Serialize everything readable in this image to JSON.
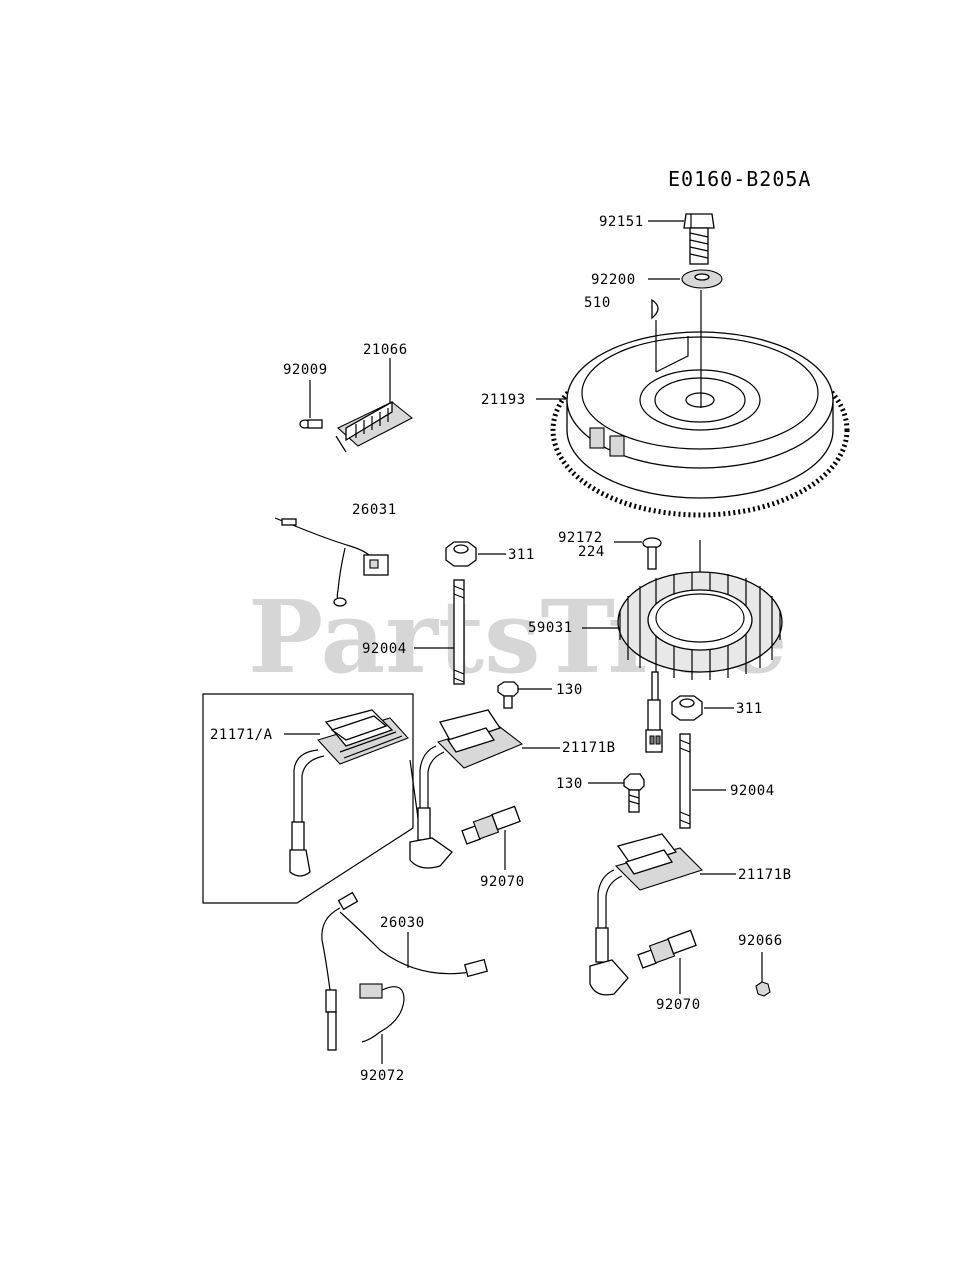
{
  "diagram_code": "E0160-B205A",
  "watermark": "PartsTree",
  "labels": {
    "l92151": "92151",
    "l92200": "92200",
    "l510": "510",
    "l21066": "21066",
    "l92009": "92009",
    "l21193": "21193",
    "l26031": "26031",
    "l92172": "92172",
    "l224": "224",
    "l311a": "311",
    "l59031": "59031",
    "l92004a": "92004",
    "l130a": "130",
    "l311b": "311",
    "l21171A": "21171/A",
    "l21171Ba": "21171B",
    "l130b": "130",
    "l92004b": "92004",
    "l92070a": "92070",
    "l21171Bb": "21171B",
    "l26030": "26030",
    "l92066": "92066",
    "l92070b": "92070",
    "l92072": "92072"
  }
}
